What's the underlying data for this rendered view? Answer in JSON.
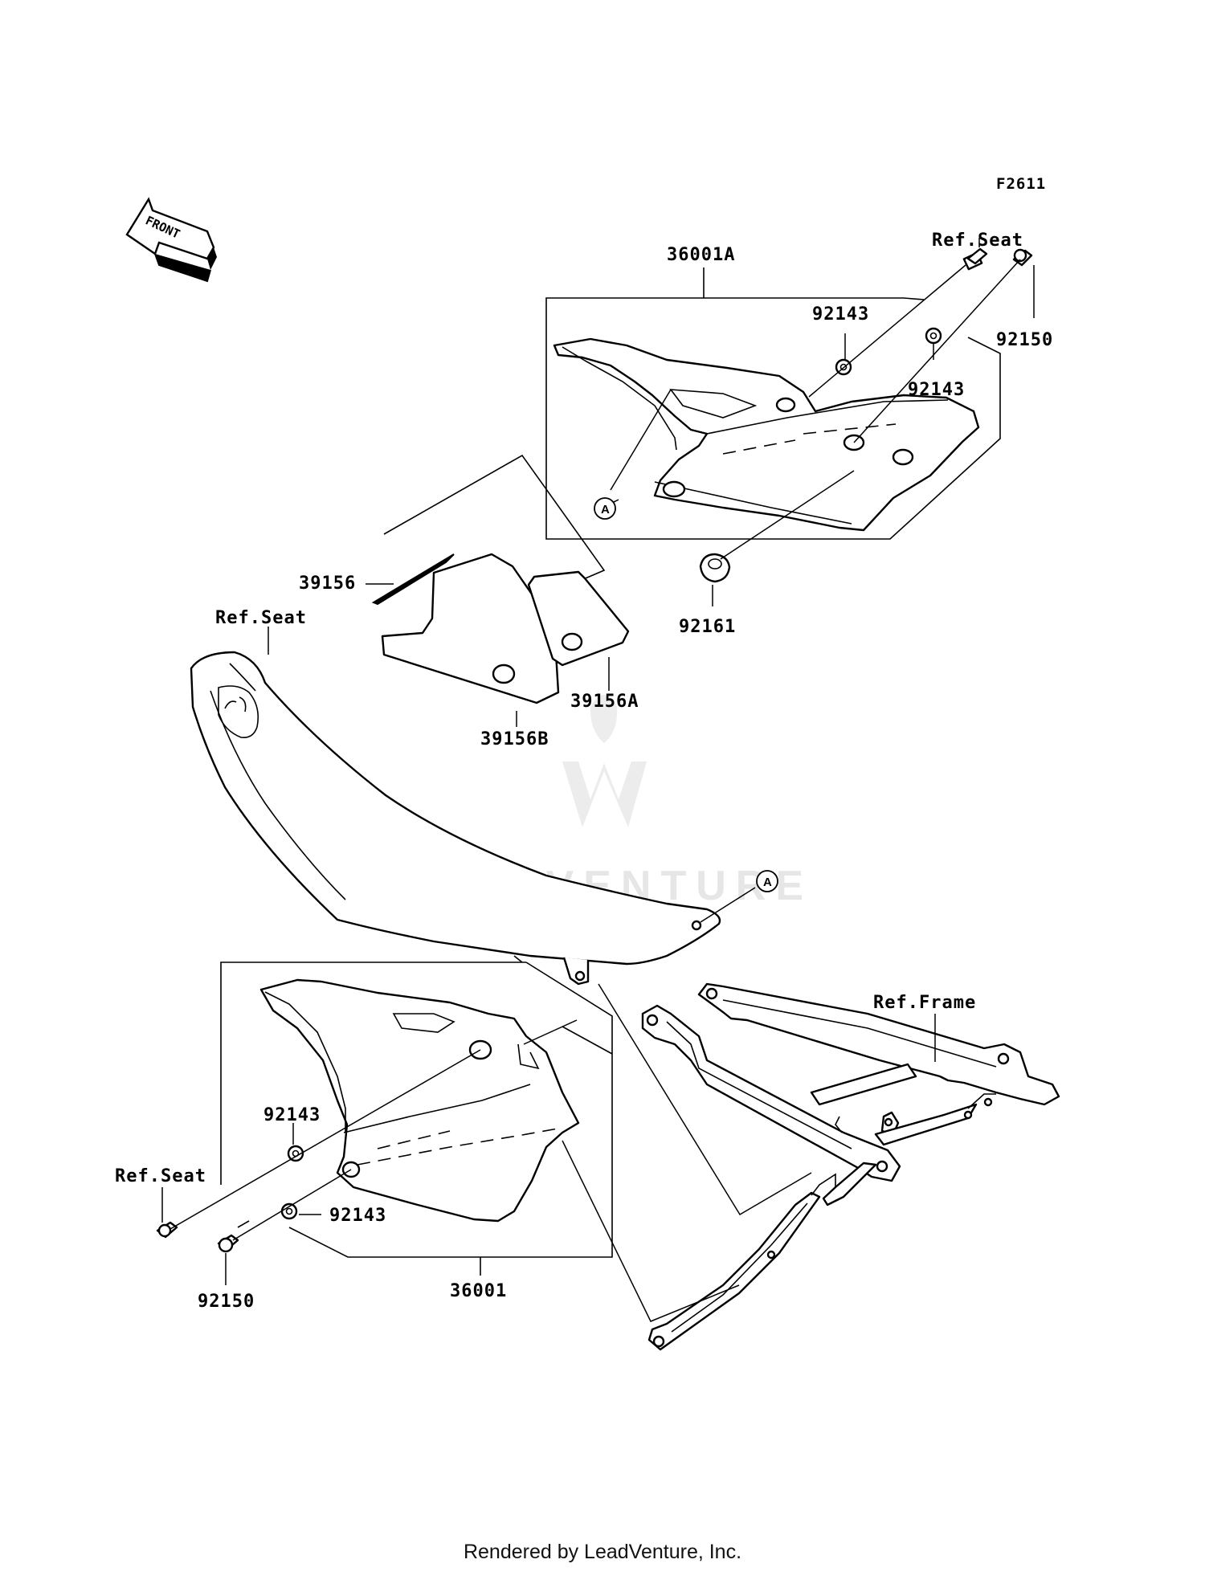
{
  "figure_id": "F2611",
  "front_label": "FRONT",
  "callout_letter": "A",
  "watermark": "LEADVENTURE",
  "footer": "Rendered by LeadVenture, Inc.",
  "parts": {
    "p36001A": "36001A",
    "p36001": "36001",
    "p92143_a": "92143",
    "p92143_b": "92143",
    "p92143_c": "92143",
    "p92143_d": "92143",
    "p92150_a": "92150",
    "p92150_b": "92150",
    "p92161": "92161",
    "p39156": "39156",
    "p39156A": "39156A",
    "p39156B": "39156B",
    "ref_seat_top": "Ref.Seat",
    "ref_seat_mid": "Ref.Seat",
    "ref_seat_bottom": "Ref.Seat",
    "ref_frame": "Ref.Frame"
  }
}
